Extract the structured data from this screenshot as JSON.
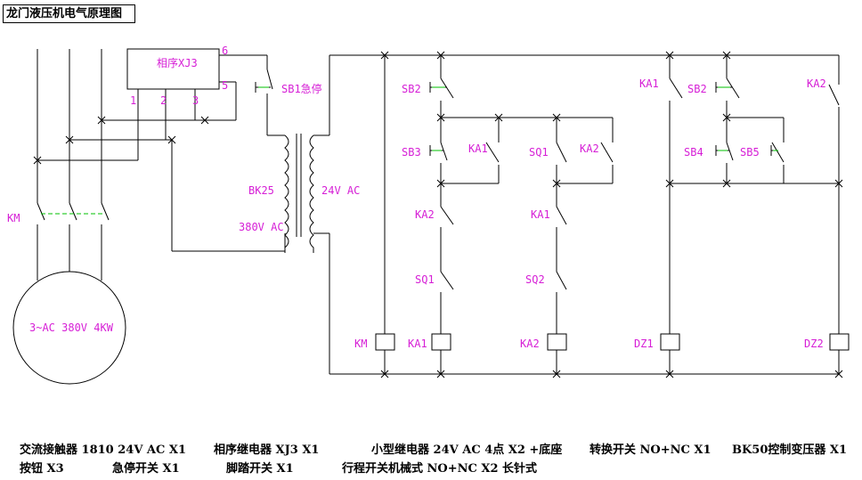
{
  "title": "龙门液压机电气原理图",
  "colors": {
    "wire": "#000000",
    "label": "#d61fd6",
    "link": "#00c000"
  },
  "labels": {
    "xj3": "相序XJ3",
    "t1": "1",
    "t2": "2",
    "t3": "3",
    "t5": "5",
    "t6": "6",
    "sb1": "SB1急停",
    "bk25": "BK25",
    "v24": "24V AC",
    "v380": "380V AC",
    "km_contact": "KM",
    "motor": "3~AC 380V 4KW",
    "sb2": "SB2",
    "sb3": "SB3",
    "ka1": "KA1",
    "sq1": "SQ1",
    "ka2": "KA2",
    "ka2_b": "KA2",
    "ka1_b": "KA1",
    "sq1_b": "SQ1",
    "sq2": "SQ2",
    "ka1_r": "KA1",
    "sb2_r": "SB2",
    "ka2_r": "KA2",
    "sb4": "SB4",
    "sb5": "SB5",
    "coil_km": "KM",
    "coil_ka1": "KA1",
    "coil_ka2": "KA2",
    "coil_dz1": "DZ1",
    "coil_dz2": "DZ2"
  },
  "notes": {
    "n1": "交流接触器 1810 24V AC X1",
    "n2": "相序继电器 XJ3   X1",
    "n3": "小型继电器  24V AC 4点 X2 +底座",
    "n4": "转换开关 NO+NC X1",
    "n5": "BK50控制变压器  X1",
    "n6": "按钮 X3",
    "n7": "急停开关  X1",
    "n8": "脚踏开关  X1",
    "n9": "行程开关机械式  NO+NC  X2  长针式"
  }
}
